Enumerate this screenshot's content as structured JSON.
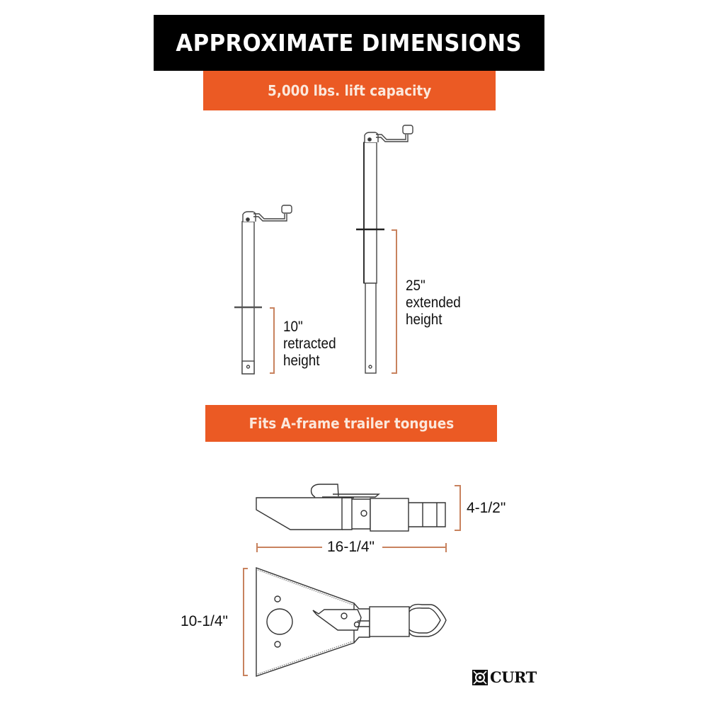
{
  "header": {
    "title": "APPROXIMATE DIMENSIONS",
    "capacity_banner": "5,000 lbs. lift capacity"
  },
  "jacks": {
    "retracted": {
      "value": "10\"",
      "line1": "retracted",
      "line2": "height"
    },
    "extended": {
      "value": "25\"",
      "line1": "extended",
      "line2": "height"
    }
  },
  "fit_banner": "Fits A-frame trailer tongues",
  "mount": {
    "side_height": "4-1/2\"",
    "side_length": "16-1/4\"",
    "top_width": "10-1/4\""
  },
  "brand": {
    "name": "CURT",
    "icon": "curt-logo-icon"
  },
  "colors": {
    "title_bg": "#000000",
    "banner_bg": "#eb5a24",
    "dimension_line": "#c8825e",
    "drawing_stroke": "#333333"
  }
}
